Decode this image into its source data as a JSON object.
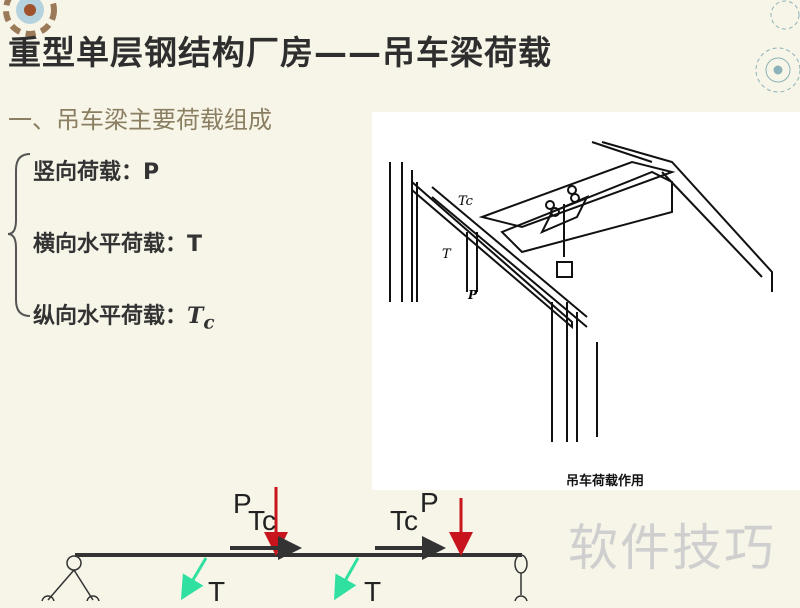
{
  "slide": {
    "title": "重型单层钢结构厂房——吊车梁荷载",
    "subtitle": "一、吊车梁主要荷载组成",
    "items": [
      {
        "label": "竖向荷载：",
        "symbol": "P"
      },
      {
        "label": "横向水平荷载：",
        "symbol": "T"
      },
      {
        "label": "纵向水平荷载：",
        "symbol": "T",
        "subscript": "c"
      }
    ],
    "figure": {
      "caption": "吊车荷载作用",
      "labels": {
        "tc": "Tc",
        "t": "T",
        "p": "P"
      }
    },
    "beam_diagram": {
      "p1": "P",
      "tc1": "Tc",
      "tc2": "Tc",
      "p2": "P",
      "t1": "T",
      "t2": "T",
      "colors": {
        "vertical": "#c8141c",
        "longitudinal": "#333333",
        "lateral": "#2fe0a0"
      }
    },
    "watermark": "软件技巧"
  }
}
